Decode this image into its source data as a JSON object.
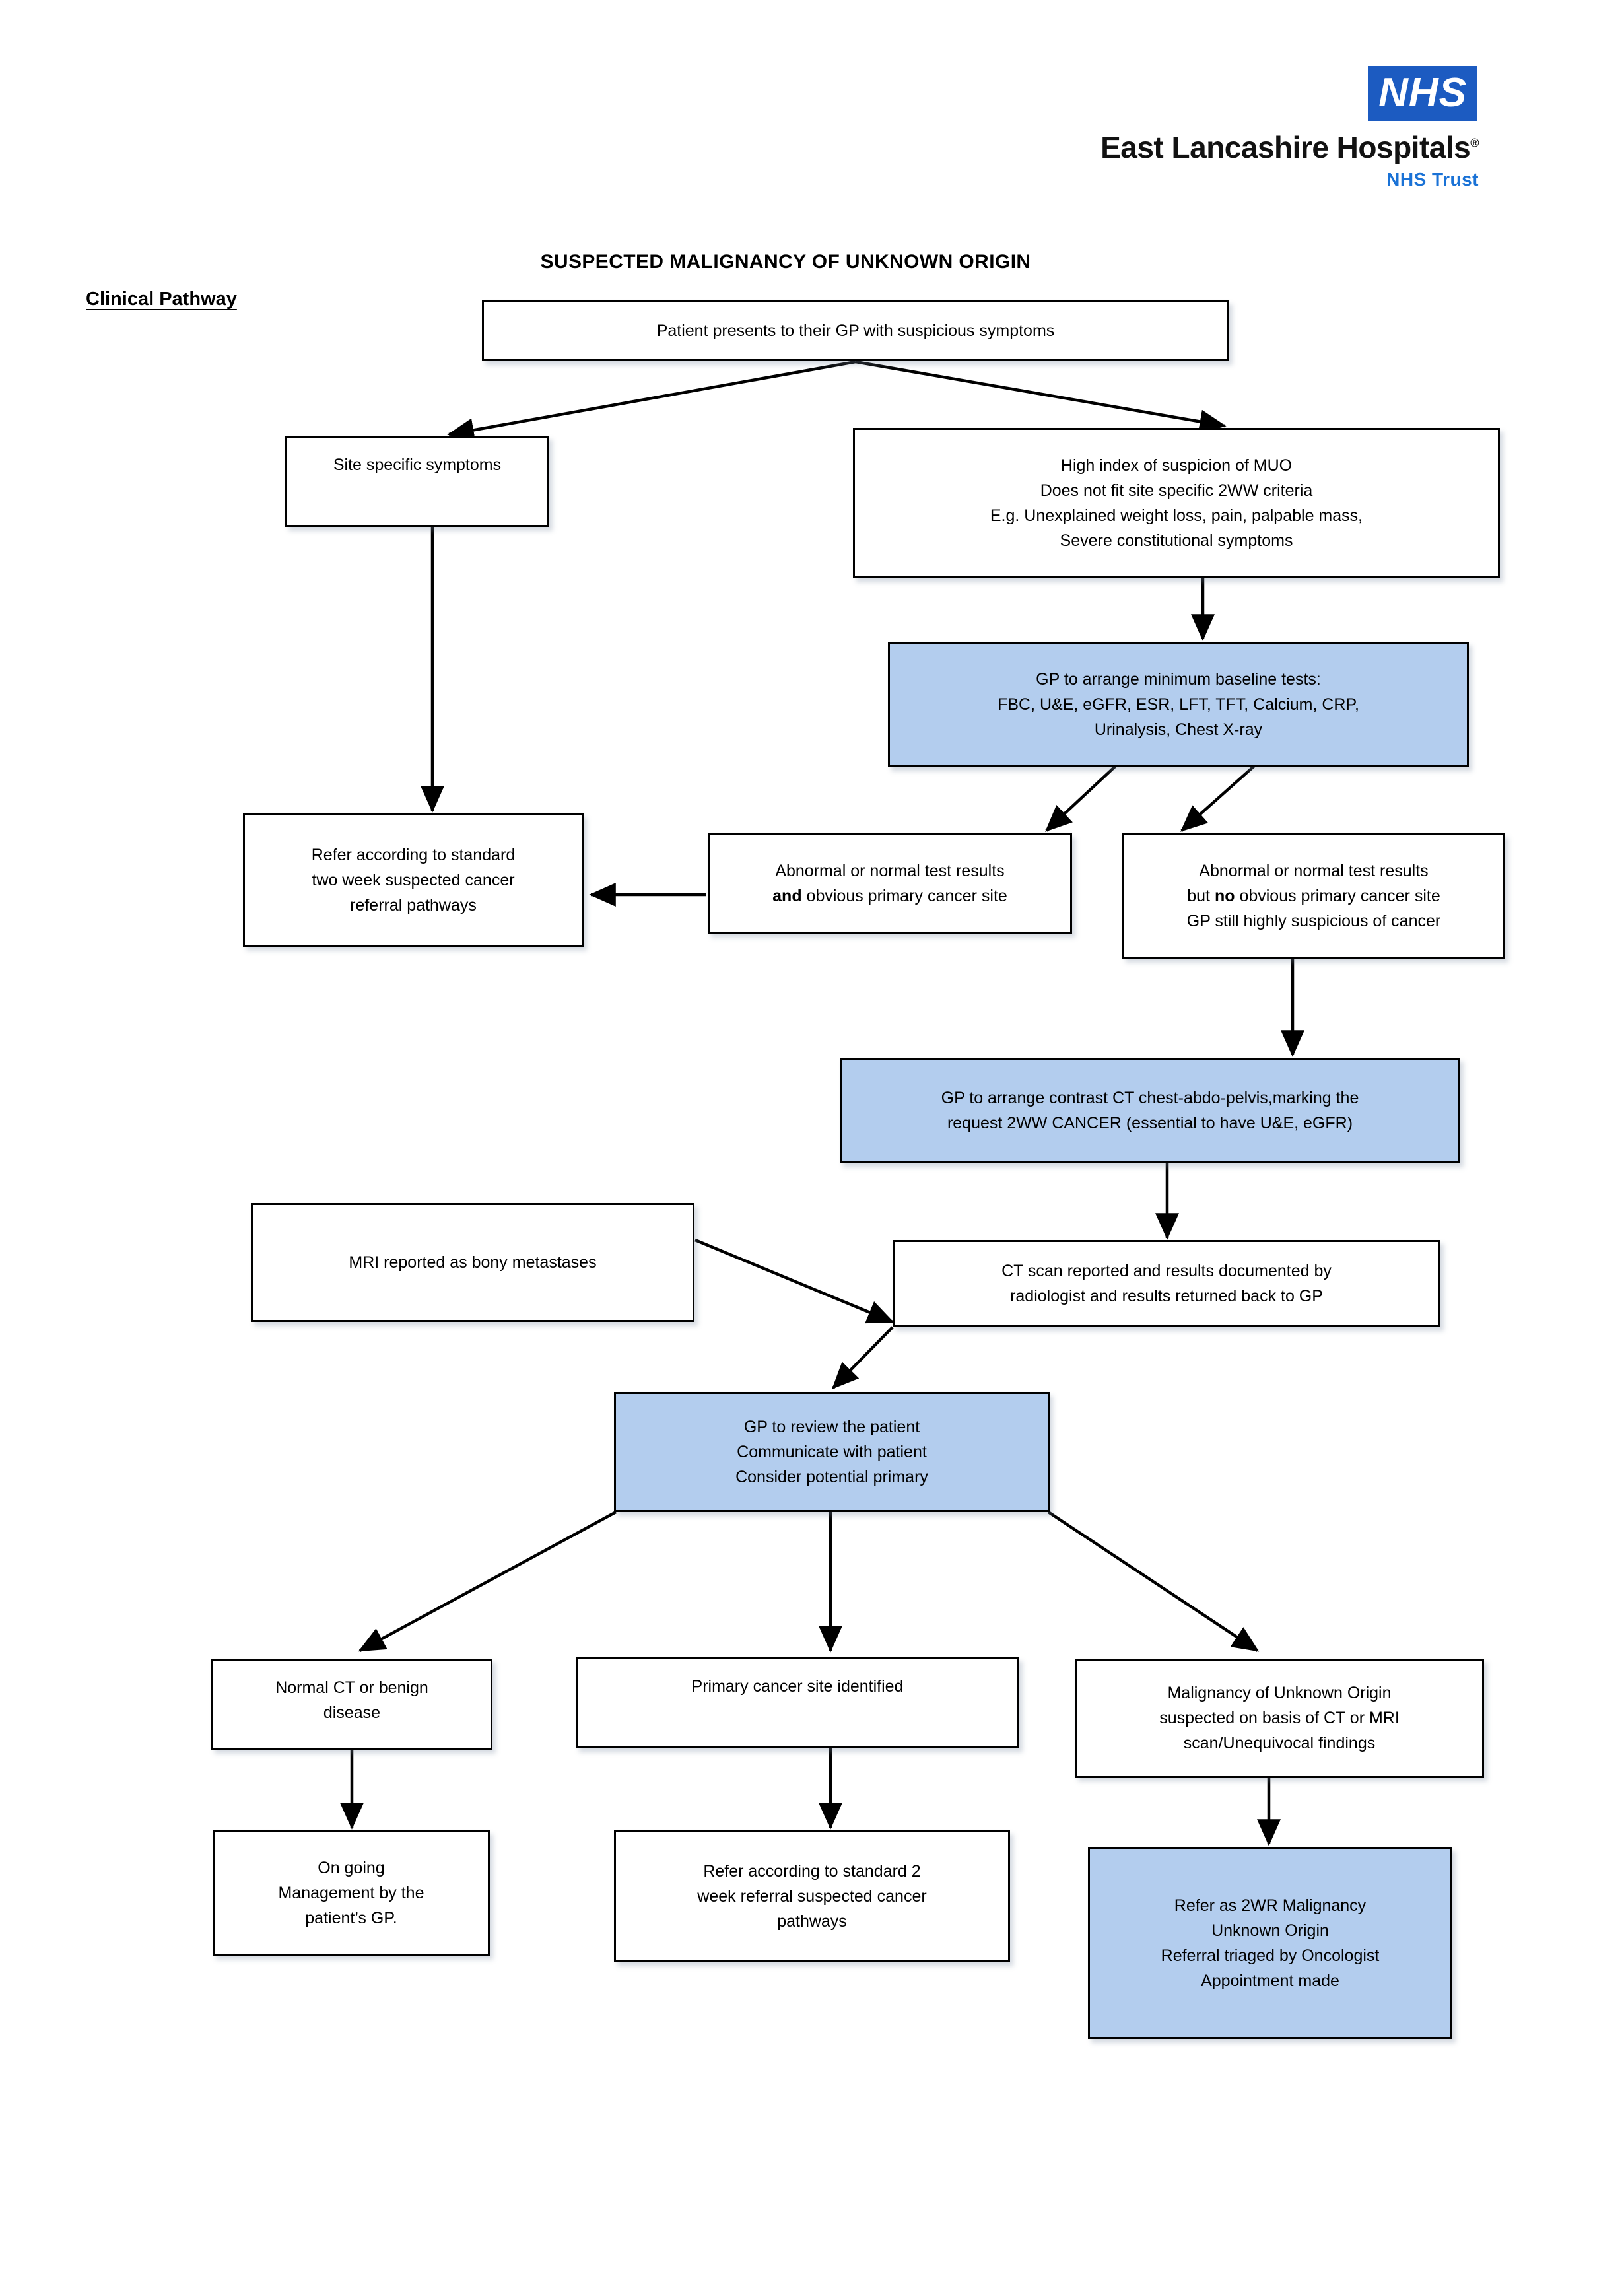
{
  "header": {
    "nhs_mark": "NHS",
    "trust_name": "East Lancashire Hospitals",
    "trust_registered_mark": "®",
    "trust_sub": "NHS Trust"
  },
  "titles": {
    "document_title": "SUSPECTED MALIGNANCY OF UNKNOWN ORIGIN",
    "pathway_label": "Clinical Pathway"
  },
  "colors": {
    "nhs_blue": "#1c5bc1",
    "nhs_trust_text": "#1a72d6",
    "highlight_box_fill": "#b3cdee",
    "box_border": "#000000",
    "page_background": "#ffffff"
  },
  "chart_data": {
    "type": "diagram",
    "title": "SUSPECTED MALIGNANCY OF UNKNOWN ORIGIN",
    "subtitle": "Clinical Pathway",
    "nodes": [
      {
        "id": "n1",
        "label": "Patient presents to their GP with suspicious symptoms",
        "style": "white"
      },
      {
        "id": "n2",
        "label": "Site specific symptoms",
        "style": "white"
      },
      {
        "id": "n3",
        "label": "High index of suspicion of MUO\nDoes not fit site specific 2WW criteria\nE.g. Unexplained weight loss, pain, palpable mass,\nSevere constitutional symptoms",
        "style": "white"
      },
      {
        "id": "n4",
        "label": "GP to arrange minimum baseline tests:\nFBC, U&E, eGFR, ESR, LFT, TFT, Calcium, CRP,\nUrinalysis, Chest X-ray",
        "style": "blue"
      },
      {
        "id": "n5",
        "label": "Refer according to standard\ntwo week suspected cancer\nreferral pathways",
        "style": "white"
      },
      {
        "id": "n6",
        "label": "Abnormal or normal test results\nand obvious primary cancer site",
        "style": "white",
        "bold_words": [
          "and"
        ]
      },
      {
        "id": "n7",
        "label": "Abnormal or normal test results\nbut no obvious primary cancer site\nGP still highly suspicious of cancer",
        "style": "white",
        "bold_words": [
          "no"
        ]
      },
      {
        "id": "n8",
        "label": "GP to arrange contrast CT chest-abdo-pelvis,marking the\nrequest 2WW CANCER (essential to have U&E, eGFR)",
        "style": "blue"
      },
      {
        "id": "n9",
        "label": "MRI reported as bony metastases",
        "style": "white"
      },
      {
        "id": "n10",
        "label": "CT scan reported and results documented by\nradiologist and results returned back to GP",
        "style": "white"
      },
      {
        "id": "n11",
        "label": "GP to review the patient\nCommunicate with patient\nConsider potential primary",
        "style": "blue"
      },
      {
        "id": "n12",
        "label": "Normal CT or benign\ndisease",
        "style": "white"
      },
      {
        "id": "n13",
        "label": "Primary cancer site identified",
        "style": "white"
      },
      {
        "id": "n14",
        "label": "Malignancy of Unknown Origin\nsuspected on basis of CT or MRI\nscan/Unequivocal findings",
        "style": "white"
      },
      {
        "id": "n15",
        "label": "On going\nManagement by the\npatient's GP.",
        "style": "white"
      },
      {
        "id": "n16",
        "label": "Refer according to standard 2\nweek referral suspected cancer\npathways",
        "style": "white"
      },
      {
        "id": "n17",
        "label": "Refer as 2WR Malignancy\nUnknown Origin\nReferral triaged by Oncologist\nAppointment made",
        "style": "blue"
      }
    ],
    "edges": [
      {
        "from": "n1",
        "to": "n2"
      },
      {
        "from": "n1",
        "to": "n3"
      },
      {
        "from": "n2",
        "to": "n5"
      },
      {
        "from": "n3",
        "to": "n4"
      },
      {
        "from": "n4",
        "to": "n6"
      },
      {
        "from": "n4",
        "to": "n7"
      },
      {
        "from": "n6",
        "to": "n5"
      },
      {
        "from": "n7",
        "to": "n8"
      },
      {
        "from": "n8",
        "to": "n10"
      },
      {
        "from": "n9",
        "to": "n10"
      },
      {
        "from": "n10",
        "to": "n11"
      },
      {
        "from": "n11",
        "to": "n12"
      },
      {
        "from": "n11",
        "to": "n13"
      },
      {
        "from": "n11",
        "to": "n14"
      },
      {
        "from": "n12",
        "to": "n15"
      },
      {
        "from": "n13",
        "to": "n16"
      },
      {
        "from": "n14",
        "to": "n17"
      }
    ]
  },
  "nodes": {
    "n1": {
      "text": "Patient presents to their GP with suspicious symptoms"
    },
    "n2": {
      "text": "Site specific symptoms"
    },
    "n3": {
      "text": "High index of suspicion of MUO\nDoes not fit site specific 2WW criteria\nE.g. Unexplained weight loss, pain, palpable mass,\nSevere constitutional symptoms"
    },
    "n4": {
      "text": "GP to arrange minimum baseline tests:\nFBC, U&E, eGFR, ESR, LFT, TFT, Calcium, CRP,\nUrinalysis, Chest X-ray"
    },
    "n5": {
      "text": "Refer according to standard\ntwo week suspected cancer\nreferral pathways"
    },
    "n6": {
      "line1": "Abnormal or normal test results",
      "bold": "and",
      "rest": " obvious primary cancer site"
    },
    "n7": {
      "line1": "Abnormal or normal test results",
      "pre": "but ",
      "bold": "no",
      "rest": " obvious primary cancer site",
      "line3": "GP still highly suspicious of cancer"
    },
    "n8": {
      "text": "GP to arrange contrast CT chest-abdo-pelvis,marking the\nrequest 2WW CANCER (essential to have U&E, eGFR)"
    },
    "n9": {
      "text": "MRI reported as bony metastases"
    },
    "n10": {
      "text": "CT scan reported and results documented by\nradiologist and results returned back to GP"
    },
    "n11": {
      "text": "GP to review the patient\nCommunicate with patient\nConsider potential primary"
    },
    "n12": {
      "text": "Normal CT or benign\ndisease"
    },
    "n13": {
      "text": "Primary cancer site identified"
    },
    "n14": {
      "text": "Malignancy of Unknown Origin\nsuspected on basis of CT or MRI\nscan/Unequivocal findings"
    },
    "n15": {
      "text": "On going\nManagement by the\npatient’s GP."
    },
    "n16": {
      "text": "Refer according to standard 2\nweek referral suspected cancer\npathways"
    },
    "n17": {
      "text": "Refer as 2WR Malignancy\nUnknown Origin\nReferral triaged by Oncologist\nAppointment made"
    }
  }
}
